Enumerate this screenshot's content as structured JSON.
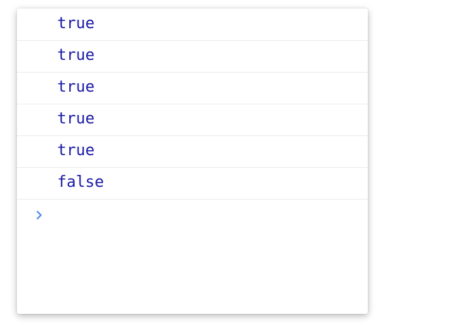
{
  "console": {
    "outputs": [
      {
        "value": "true"
      },
      {
        "value": "true"
      },
      {
        "value": "true"
      },
      {
        "value": "true"
      },
      {
        "value": "true"
      },
      {
        "value": "false"
      }
    ],
    "prompt_icon": "chevron-right-icon",
    "colors": {
      "boolean_value": "#1a1aa6",
      "prompt": "#4a86e8"
    }
  }
}
